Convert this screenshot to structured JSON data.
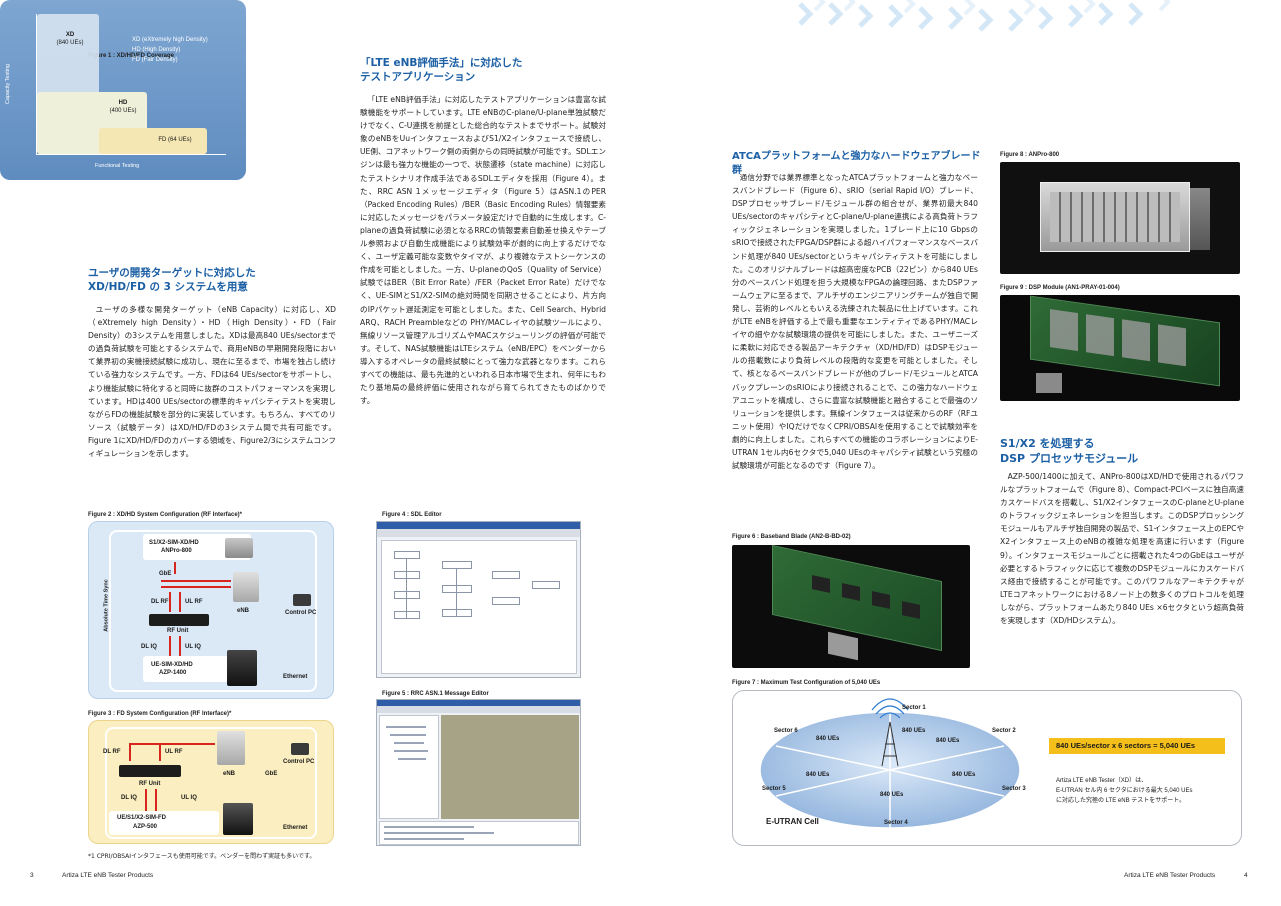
{
  "left_column": {
    "fig1_caption": "Figure 1 : XD/HD/FD Coverage",
    "fig1": {
      "y_axis": "Capacity Testing",
      "x_axis": "Functional Testing",
      "xd_label": "XD",
      "xd_sub": "(840 UEs)",
      "hd_label": "HD",
      "hd_sub": "(400 UEs)",
      "fd_label": "FD (64 UEs)",
      "legend1": "XD (eXtremely high Density)",
      "legend2": "HD (High Density)",
      "legend3": "FD (Fair Density)"
    },
    "heading_line1": "ユーザの開発ターゲットに対応した",
    "heading_line2": "XD/HD/FD の 3 システムを用意",
    "body": "ユーザの多様な開発ターゲット（eNB Capacity）に対応し、XD（eXtremely high Density）・HD（High Density）・FD（Fair Density）の3システムを用意しました。XDは最高840 UEs/sectorまでの過負荷試験を可能とするシステムで、商用eNBの早期開発段階において業界初の実機接続試験に成功し、現在に至るまで、市場を独占し続けている強力なシステムです。一方、FDは64 UEs/sectorをサポートし、より機能試験に特化すると同時に抜群のコストパフォーマンスを実現しています。HDは400 UEs/sectorの標準的キャパシティテストを実現しながらFDの機能試験を部分的に実装しています。もちろん、すべてのリソース（試験データ）はXD/HD/FDの3システム間で共有可能です。Figure 1にXD/HD/FDのカバーする領域を、Figure2/3にシステムコンフィギュレーションを示します。",
    "fig2_caption": "Figure 2 : XD/HD System Configuration (RF Interface)*",
    "fig2": {
      "side_label": "Absolute Time Sync",
      "box1_line1": "S1/X2-SIM-XD/HD",
      "box1_line2": "ANPro-800",
      "gbe": "GbE",
      "dl_rf": "DL RF",
      "ul_rf": "UL RF",
      "enb": "eNB",
      "control_pc": "Control PC",
      "rf_unit": "RF Unit",
      "dl_iq": "DL IQ",
      "ul_iq": "UL IQ",
      "box2_line1": "UE-SIM-XD/HD",
      "box2_line2": "AZP-1400",
      "ethernet": "Ethernet"
    },
    "fig3_caption": "Figure 3 : FD System Configuration (RF Interface)*",
    "fig3": {
      "dl_rf": "DL RF",
      "ul_rf": "UL RF",
      "enb": "eNB",
      "gbe": "GbE",
      "control_pc": "Control PC",
      "rf_unit": "RF Unit",
      "dl_iq": "DL IQ",
      "ul_iq": "UL IQ",
      "box_line1": "UE/S1/X2-SIM-FD",
      "box_line2": "AZP-500",
      "ethernet": "Ethernet"
    },
    "footnote": "*1 CPRI/OBSAIインタフェースも使用可能です。ベンダーを問わず実証も多いです。"
  },
  "middle_column": {
    "heading_line1": "「LTE eNB評価手法」に対応した",
    "heading_line2": "テストアプリケーション",
    "body": "「LTE eNB評価手法」に対応したテストアプリケーションは豊富な試験機能をサポートしています。LTE eNBのC-plane/U-plane単独試験だけでなく、C-U連携を前提とした総合的なテストまでサポート。試験対象のeNBをUuインタフェースおよびS1/X2インタフェースで接続し、UE側、コアネットワーク側の両側からの同時試験が可能です。SDLエンジンは最も強力な機能の一つで、状態遷移（state machine）に対応したテストシナリオ作成手法であるSDLエディタを採用（Figure 4）。また、RRC ASN 1メッセージエディタ（Figure 5）はASN.1のPER（Packed Encoding Rules）/BER（Basic Encoding Rules）情報要素に対応したメッセージをパラメータ設定だけで自動的に生成します。C-planeの過負荷試験に必須となるRRCの情報要素自動差せ換えやテーブル参照および自動生成機能により試験効率が劇的に向上するだけでなく、ユーザ定義可能な変数やタイマが、より複雑なテストシーケンスの作成を可能としました。一方、U-planeのQoS（Quality of Service）試験ではBER（Bit Error Rate）/FER（Packet Error Rate）だけでなく、UE-SIMとS1/X2-SIMの絶対時間を同期させることにより、片方向のIPパケット遅延測定を可能としました。また、Cell Search、Hybrid ARQ、RACH Preambleなどの PHY/MACレイヤの試験ツールにより、無線リソース管理アルゴリズムやMACスケジューリングの評価が可能です。そして、NAS試験機能はLTEシステム（eNB/EPC）をベンダーから導入するオペレータの最終試験にとって強力な武器となります。これらすべての機能は、最も先進的といわれる日本市場で生まれ、何年にもわたり基地局の最終評価に使用されながら育てられてきたものばかりです。",
    "fig4_caption": "Figure 4 : SDL Editor",
    "fig5_caption": "Figure 5 : RRC ASN.1 Message Editor"
  },
  "right_mid_column": {
    "heading": "ATCAプラットフォームと強力なハードウェアブレード群",
    "body": "通信分野では業界標準となったATCAプラットフォームと強力なベースバンドブレード（Figure 6）、sRIO（serial Rapid I/O）ブレード、DSPプロセッサブレード/モジュール群の組合せが、業界初最大840 UEs/sectorのキャパシティとC-plane/U-plane連携による高負荷トラフィックジェネレーションを実現しました。1ブレード上に10 GbpsのsRIOで接続されたFPGA/DSP群による超ハイパフォーマンスなベースバンド処理が840 UEs/sectorというキャパシティテストを可能にしました。このオリジナルブレードは超高密度なPCB（22ピン）から840 UEs分のベースバンド処理を担う大規模なFPGAの論理回路、またDSPファームウェアに至るまで、アルチザのエンジニアリングチームが独自で開発し、芸術的レベルともいえる洗練された製品に仕上げています。これがLTE eNBを評価する上で最も重要なエンティティであるPHY/MACレイヤの細やかな試験環境の提供を可能にしました。また、ユーザニーズに柔軟に対応できる製品アーキテクチャ（XD/HD/FD）はDSPモジュールの搭載数により負荷レベルの段階的な変更を可能としました。そして、核となるベースバンドブレードが他のブレード/モジュールとATCAバックプレーンのsRIOにより接続されることで、この強力なハードウェアユニットを構成し、さらに豊富な試験機能と融合することで最強のソリューションを提供します。無線インタフェースは従来からのRF（RFユニット使用）やIQだけでなくCPRI/OBSAIを使用することで試験効率を劇的に向上しました。これらすべての機能のコラボレーションによりE-UTRAN 1セル内6セクタで5,040 UEsのキャパシティ試験という究極の試験環境が可能となるのです（Figure 7）。",
    "fig6_caption": "Figure 6 : Baseband Blade (AN2-B-BD-02)",
    "fig7_caption": "Figure 7 : Maximum Test Configuration of 5,040 UEs",
    "fig7": {
      "sector1": "Sector 1",
      "sector2": "Sector 2",
      "sector3": "Sector 3",
      "sector4": "Sector 4",
      "sector5": "Sector 5",
      "sector6": "Sector 6",
      "ue_label": "840 UEs",
      "cell_label": "E-UTRAN Cell",
      "highlight": "840 UEs/sector x 6 sectors = 5,040 UEs",
      "note_line1": "Artiza LTE eNB Tester（XD）は、",
      "note_line2": "E-UTRAN セル内 6 セクタにおける最大 5,040 UEs",
      "note_line3": "に対応した究極の LTE eNB テストをサポート。"
    }
  },
  "right_column": {
    "fig8_caption": "Figure 8 : ANPro-800",
    "fig9_caption": "Figure 9 : DSP Module (AN1-PRAY-01-004)",
    "heading_line1": "S1/X2 を処理する",
    "heading_line2": "DSP プロセッサモジュール",
    "body": "AZP-500/1400に加えて、ANPro-800はXD/HDで使用されるパワフルなプラットフォームで（Figure 8）、Compact-PCIベースに独自高速カスケードバスを搭載し、S1/X2インタフェースのC-planeとU-planeのトラフィックジェネレーションを担当します。このDSPプロッシングモジュールもアルチザ独自開発の製品で、S1インタフェース上のEPCやX2インタフェース上のeNBの複雑な処理を高速に行います（Figure 9）。インタフェースモジュールごとに搭載された4つのGbEはユーザが必要とするトラフィックに応じて複数のDSPモジュールにカスケードバス経由で接続することが可能です。このパワフルなアーキテクチャがLTEコアネットワークにおける8ノード上の数多くのプロトコルを処理しながら、プラットフォームあたり840 UEs ×6セクタという超高負荷を実現します（XD/HDシステム）。"
  },
  "footer": {
    "page_left": "3",
    "title_left": "Artiza LTE eNB Tester Products",
    "title_right": "Artiza LTE eNB Tester Products",
    "page_right": "4"
  },
  "colors": {
    "heading_blue": "#1b5fa5",
    "fig1_bg": "#6d98c8",
    "fig2_bg": "#dbe9f7",
    "fig3_bg": "#fbeec0",
    "highlight_bg": "#f4bf1a",
    "link_red": "#d7261e"
  }
}
